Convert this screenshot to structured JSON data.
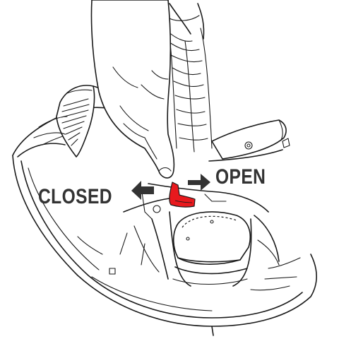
{
  "labels": {
    "open": "OPEN",
    "closed": "CLOSED"
  },
  "colors": {
    "line": "#1a1a1a",
    "arrow": "#333333",
    "lever": "#e8191d",
    "background": "#ffffff"
  },
  "icons": {
    "open_arrow": "arrow-right",
    "closed_arrow": "arrow-left"
  }
}
